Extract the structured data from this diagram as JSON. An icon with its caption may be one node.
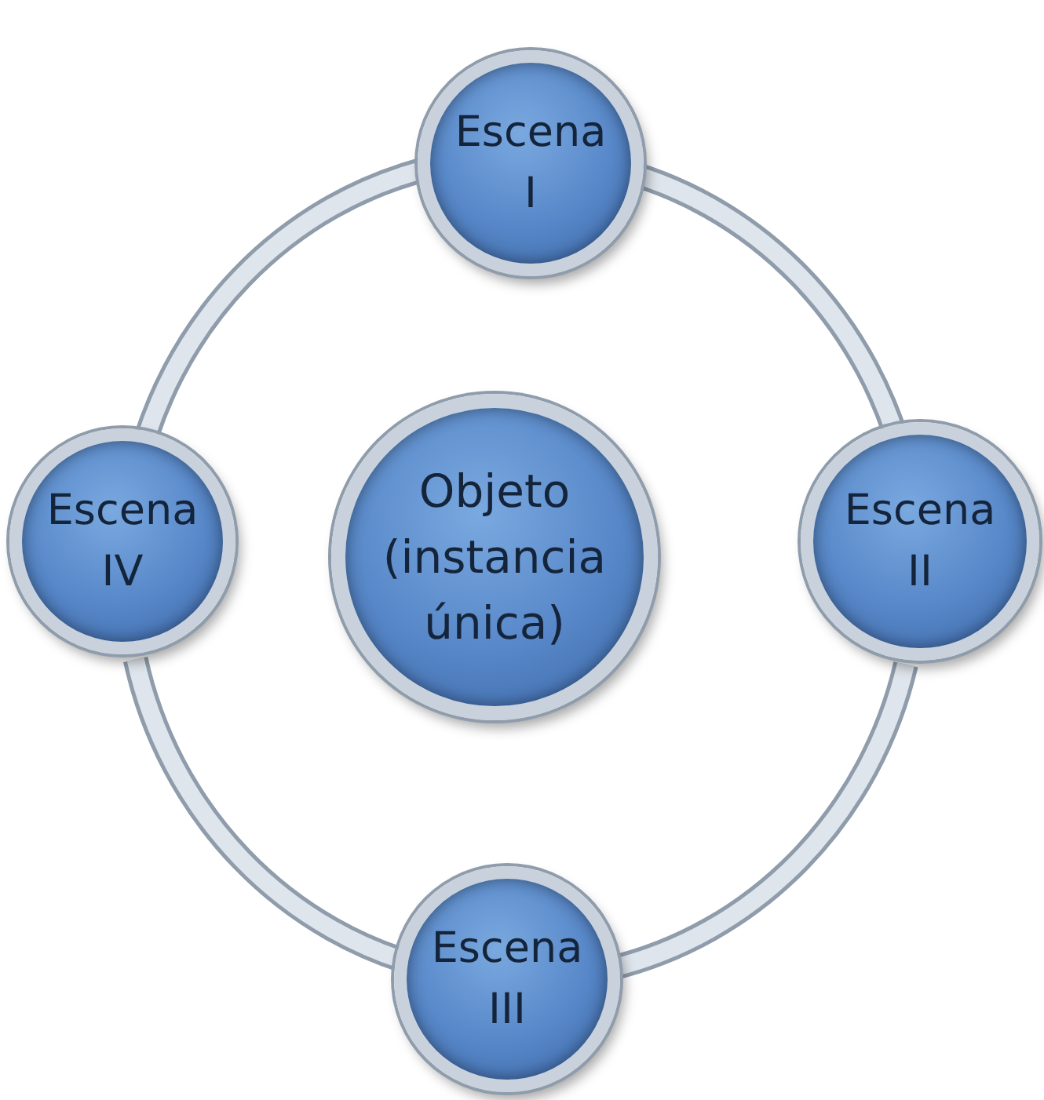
{
  "diagram": {
    "nodes": [
      {
        "text": [
          "Escena I"
        ]
      },
      {
        "text": [
          "Escena IV"
        ]
      },
      {
        "text": [
          "Objeto (instancia única)"
        ]
      },
      {
        "text": [
          "Escena II"
        ]
      },
      {
        "text": [
          "Escena III"
        ]
      }
    ],
    "edges": [
      {
        "from": 0,
        "to": 3,
        "arrow": "none"
      },
      {
        "from": 3,
        "to": 4,
        "arrow": "none"
      },
      {
        "from": 4,
        "to": 1,
        "arrow": "none"
      },
      {
        "from": 1,
        "to": 0,
        "arrow": "none"
      }
    ]
  }
}
